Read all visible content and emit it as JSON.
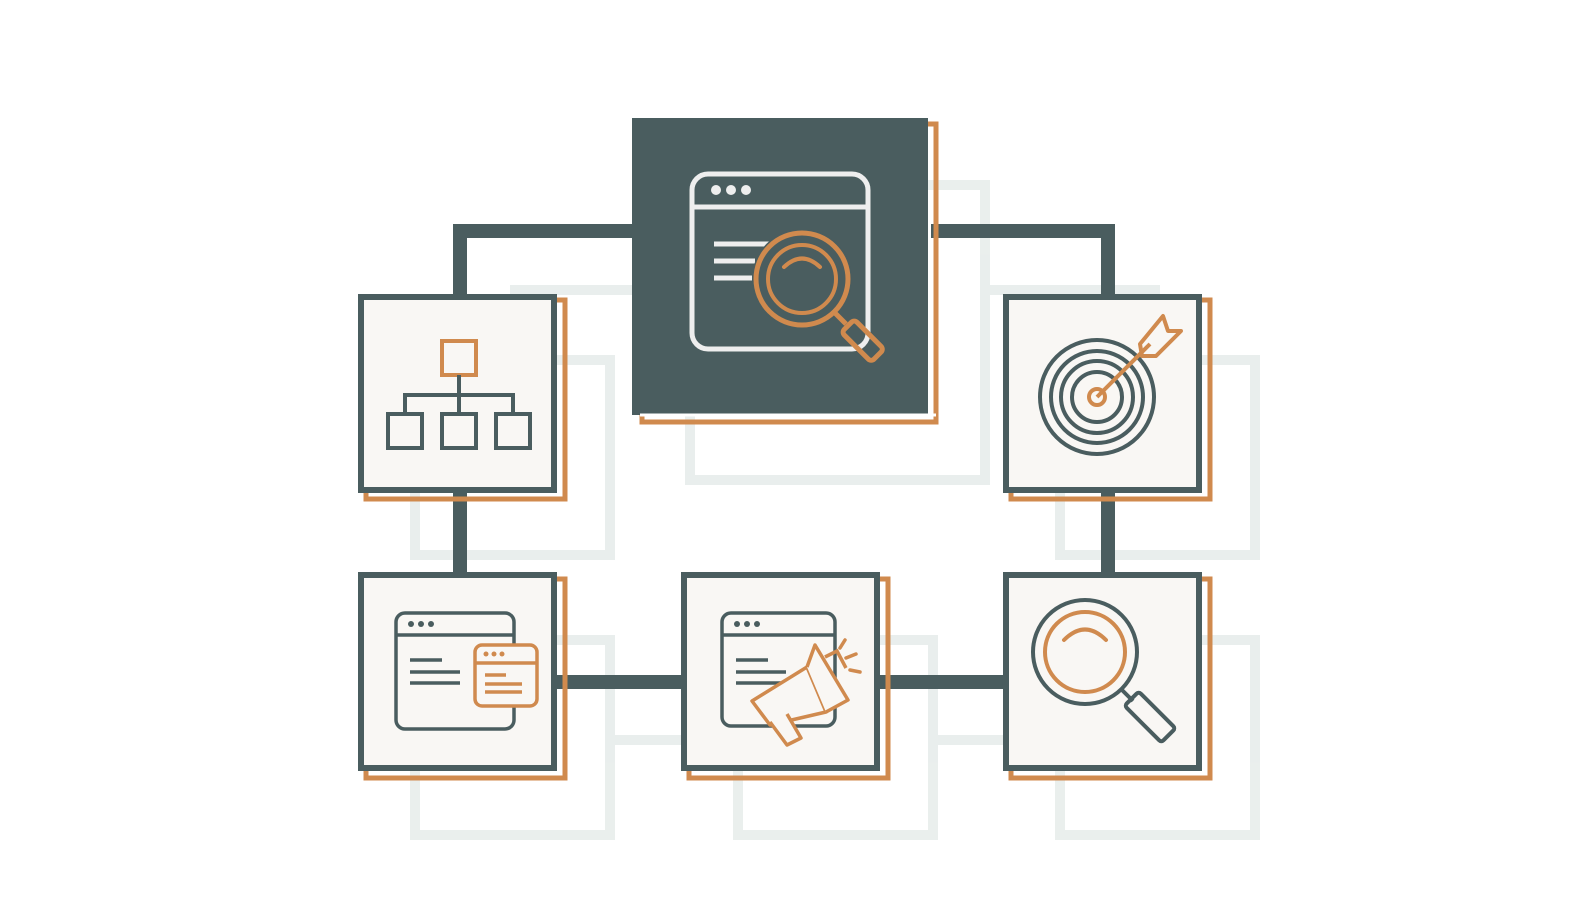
{
  "colors": {
    "background": "#ffffff",
    "dark": "#4a5d5f",
    "accent": "#d08a4e",
    "card_fill": "#f9f7f4",
    "shadow": "#edf1f0",
    "icon_light": "#eeeeee"
  },
  "diagram": {
    "type": "connected-card-network",
    "hub": {
      "id": "hub",
      "icon": "browser-magnifier-icon",
      "style": "dark"
    },
    "nodes": [
      {
        "id": "site-structure",
        "icon": "sitemap-icon"
      },
      {
        "id": "target",
        "icon": "target-arrow-icon"
      },
      {
        "id": "web-pages",
        "icon": "browser-windows-icon"
      },
      {
        "id": "promotion",
        "icon": "browser-megaphone-icon"
      },
      {
        "id": "search",
        "icon": "magnifier-icon"
      }
    ],
    "connections": [
      [
        "hub",
        "site-structure"
      ],
      [
        "hub",
        "target"
      ],
      [
        "site-structure",
        "web-pages"
      ],
      [
        "web-pages",
        "promotion"
      ],
      [
        "promotion",
        "search"
      ],
      [
        "target",
        "search"
      ]
    ]
  }
}
